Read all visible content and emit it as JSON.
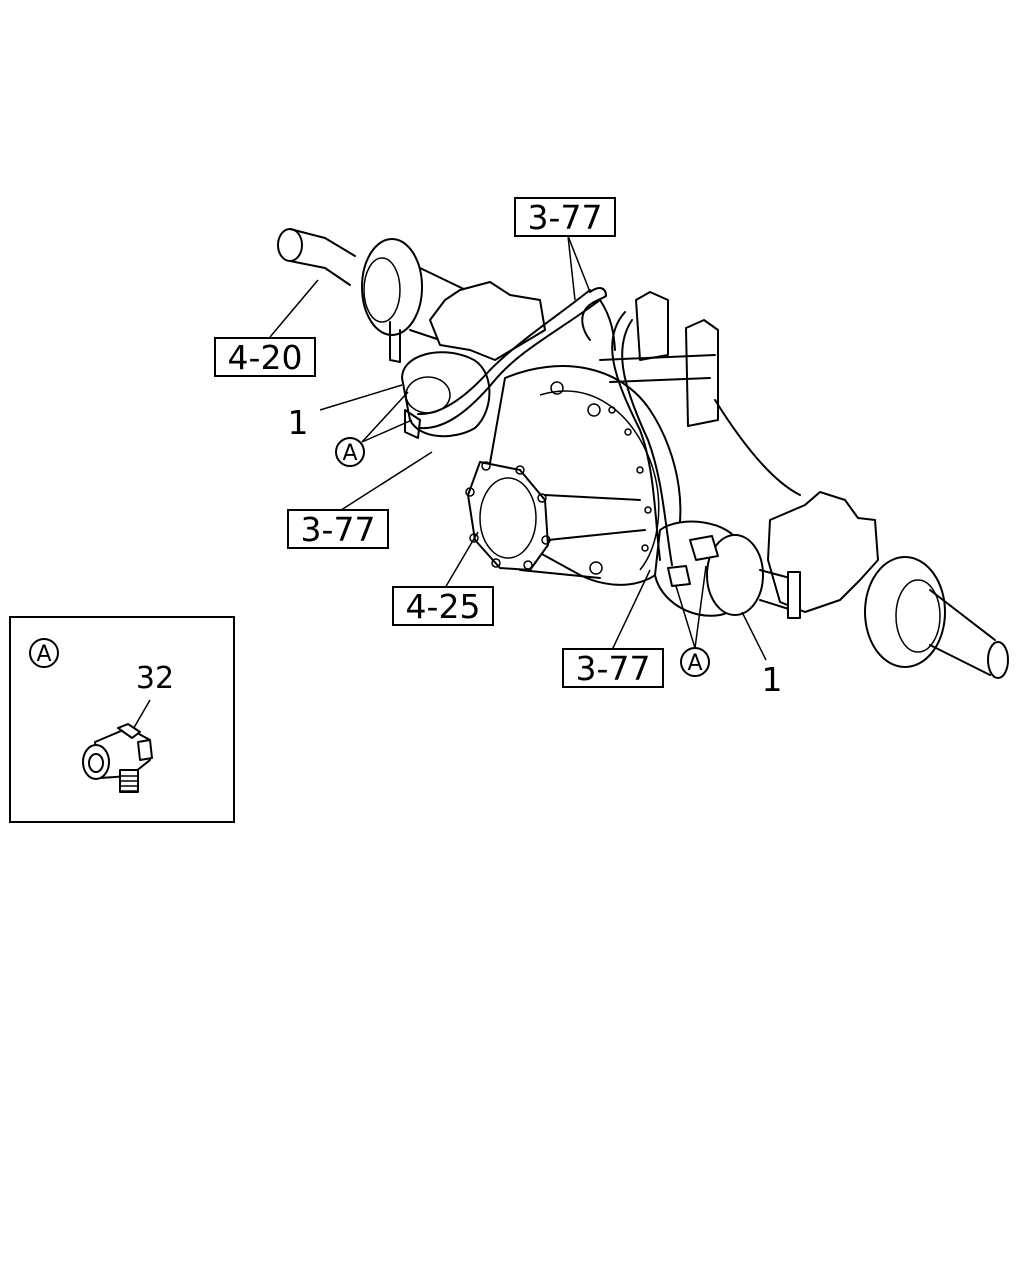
{
  "callouts": {
    "ref_3_77_top": "3-77",
    "ref_4_20": "4-20",
    "ref_3_77_left": "3-77",
    "ref_4_25": "4-25",
    "ref_3_77_bottom": "3-77",
    "part_1_left": "1",
    "part_1_right": "1",
    "detail_a_left": "A",
    "detail_a_right": "A"
  },
  "inset": {
    "detail_marker": "A",
    "part_number": "32"
  }
}
